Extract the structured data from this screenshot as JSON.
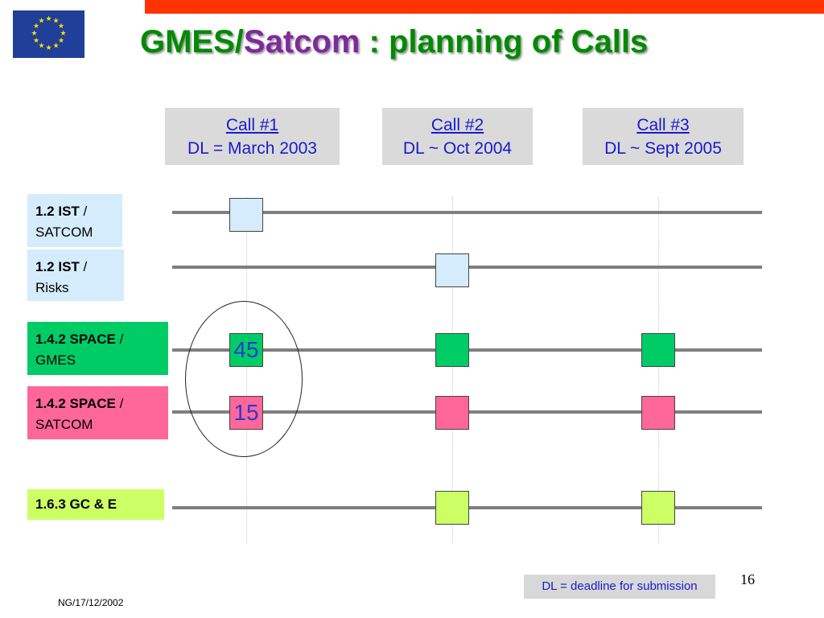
{
  "title_part1": "GMES/",
  "title_part2": "Satcom",
  "title_part3": " : planning of Calls",
  "calls": [
    {
      "name": "Call #1",
      "deadline": "DL = March 2003"
    },
    {
      "name": "Call #2",
      "deadline": "DL ~ Oct 2004"
    },
    {
      "name": "Call #3",
      "deadline": "DL ~ Sept 2005"
    }
  ],
  "rows": [
    {
      "bold": "1.2 IST",
      "sep": " /",
      "rest": "SATCOM",
      "color": "#d4ecfb"
    },
    {
      "bold": "1.2 IST",
      "sep": " /",
      "rest": "Risks",
      "color": "#d4ecfb"
    },
    {
      "bold": "1.4.2 SPACE",
      "sep": " /",
      "rest": "GMES",
      "color": "#00cc66"
    },
    {
      "bold": "1.4.2 SPACE",
      "sep": " /",
      "rest": "SATCOM",
      "color": "#ff6699"
    },
    {
      "bold": "1.6.3 GC & E",
      "sep": "",
      "rest": "",
      "color": "#ccff66"
    }
  ],
  "marker_values": {
    "gmes_call1": "45",
    "satcom_call1": "15"
  },
  "legend": "DL = deadline for submission",
  "page_number": "16",
  "footer": "NG/17/12/2002",
  "colors": {
    "topbar": "#ff3300",
    "flag_blue": "#1f3f99",
    "flag_star": "#ffdd00",
    "title_green": "#008a00",
    "title_purple": "#7f2a9c",
    "link_blue": "#1a1acc"
  },
  "icons": {
    "flag": "eu-flag-icon"
  }
}
